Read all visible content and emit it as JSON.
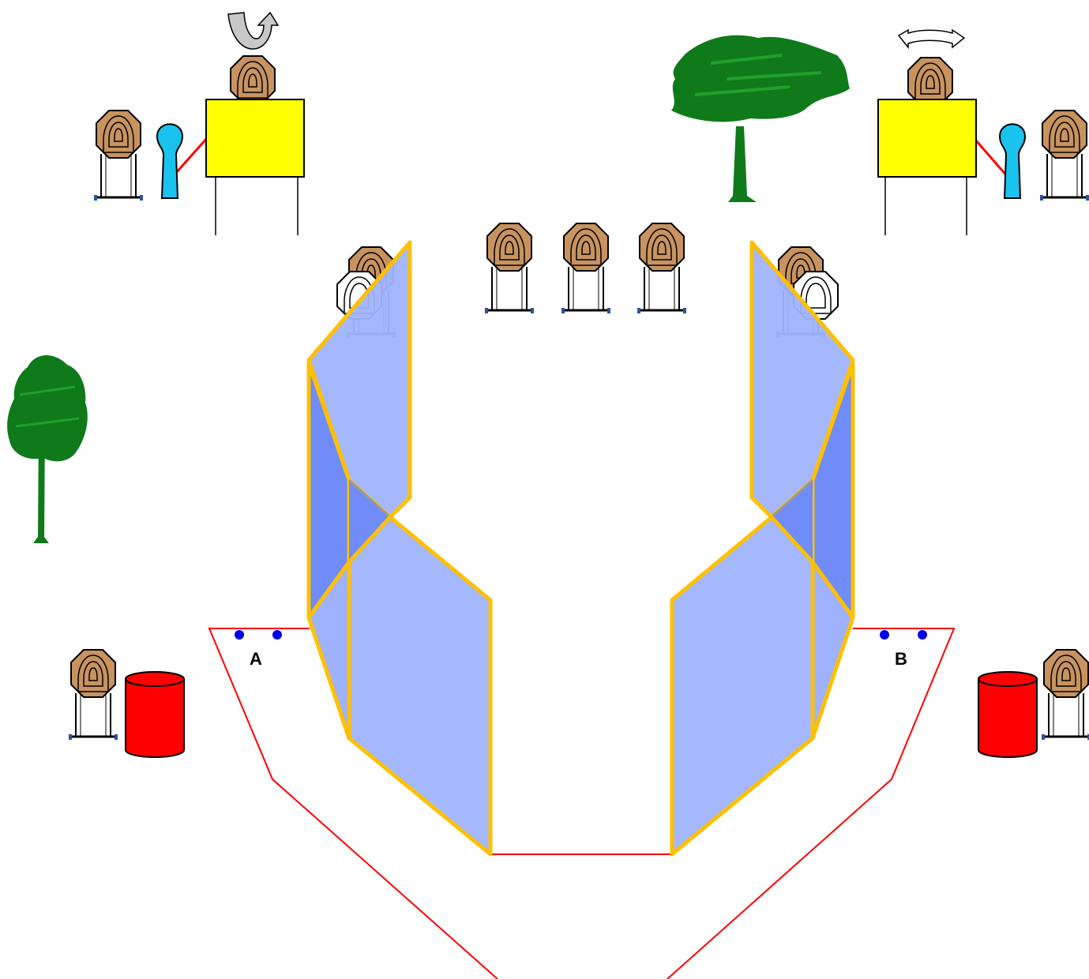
{
  "stage": {
    "start_positions": [
      {
        "id": "A",
        "label": "A"
      },
      {
        "id": "B",
        "label": "B"
      }
    ],
    "colors": {
      "fault_line": "#ff0000",
      "wall_fill": "#a0b4ff",
      "wall_inner": "#6f8cf8",
      "wall_edge": "#ffc000",
      "target_face": "#c8935e",
      "no_shoot_face": "#ffffff",
      "popper": "#19c3ee",
      "mover_panel": "#ffff00",
      "barrel": "#ff0000",
      "tree": "#0f7a1a",
      "marker": "#0000ee"
    },
    "icons": [
      "rotate-arrow-icon",
      "swing-arrow-icon",
      "tree-icon",
      "steel-target-icon",
      "no-shoot-target-icon",
      "popper-icon",
      "barrel-icon"
    ]
  }
}
